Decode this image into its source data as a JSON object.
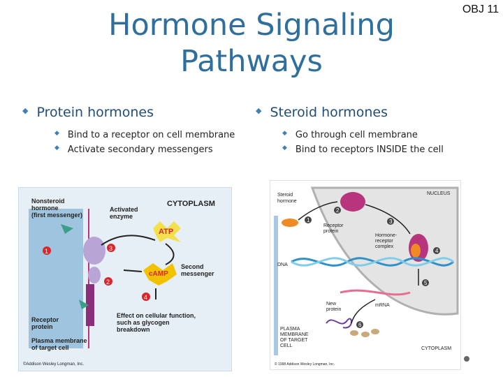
{
  "slide": {
    "title_line1": "Hormone Signaling",
    "title_line2": "Pathways",
    "obj": "OBJ 11"
  },
  "left": {
    "heading": "Protein hormones",
    "bullets": [
      "Bind to a receptor on cell membrane",
      "Activate secondary messengers"
    ]
  },
  "right": {
    "heading": "Steroid hormones",
    "bullets": [
      "Go through cell membrane",
      "Bind to receptors INSIDE the cell"
    ]
  },
  "figure1": {
    "labels": {
      "nonsteroid": [
        "Nonsteroid",
        "hormone",
        "(first messenger)"
      ],
      "activated": [
        "Activated",
        "enzyme"
      ],
      "cytoplasm": "CYTOPLASM",
      "atp": "ATP",
      "camp": "cAMP",
      "second": [
        "Second",
        "messenger"
      ],
      "receptor": [
        "Receptor",
        "protein"
      ],
      "effect": [
        "Effect on cellular function,",
        "such as glycogen",
        "breakdown"
      ],
      "membrane": [
        "Plasma membrane",
        "of target cell"
      ],
      "credit": "©Addison Wesley Longman, Inc.",
      "steps": [
        "1",
        "2",
        "3",
        "4"
      ]
    },
    "colors": {
      "bg": "#e6eef6",
      "membrane": "#8b2f7a",
      "receptor": "#c7a0d0",
      "atp": "#f4e04d",
      "camp": "#f2c200",
      "step": "#d9262b",
      "hormone": "#3a9f8a"
    }
  },
  "figure2": {
    "labels": {
      "steroid": [
        "Steroid",
        "hormone"
      ],
      "nucleus": "NUCLEUS",
      "receptor": [
        "Receptor",
        "protein"
      ],
      "complex": [
        "Hormone-",
        "receptor",
        "complex"
      ],
      "dna": "DNA",
      "mrna": "mRNA",
      "newprotein": [
        "New",
        "protein"
      ],
      "membrane": [
        "PLASMA",
        "MEMBRANE",
        "OF TARGET",
        "CELL"
      ],
      "cytoplasm": "CYTOPLASM",
      "credit": "© 1998 Addison Wesley Longman, Inc.",
      "steps": [
        "1",
        "2",
        "3",
        "4",
        "5",
        "6"
      ]
    },
    "colors": {
      "hormone": "#f08a24",
      "receptor": "#b8357e",
      "dna1": "#2f8fc8",
      "dna2": "#7fcde8",
      "mrna": "#e86c8f",
      "nucleus": "#d7d7d7",
      "step": "#444444"
    }
  }
}
